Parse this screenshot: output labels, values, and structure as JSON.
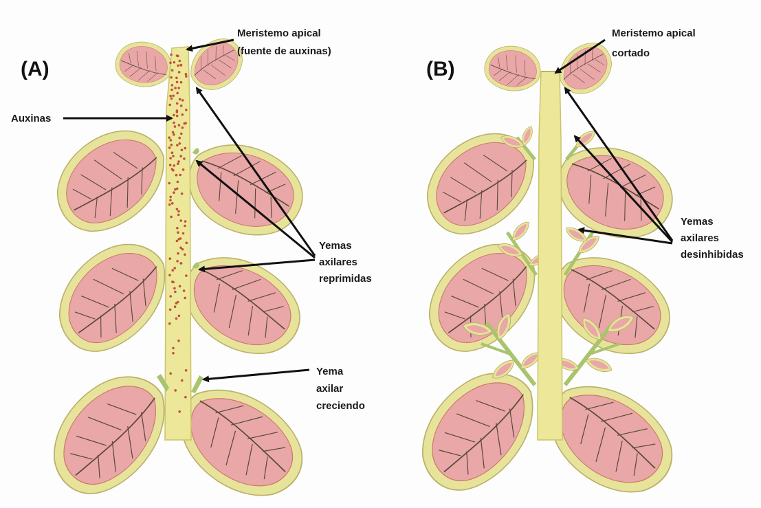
{
  "panel_a": {
    "label": "(A)",
    "meristem_line1": "Meristemo apical",
    "meristem_line2": "(fuente de auxinas)",
    "auxins": "Auxinas",
    "buds_line1": "Yemas",
    "buds_line2": "axilares",
    "buds_line3": "reprimidas",
    "growing_line1": "Yema",
    "growing_line2": "axilar",
    "growing_line3": "creciendo"
  },
  "panel_b": {
    "label": "(B)",
    "meristem_line1": "Meristemo apical",
    "meristem_line2": "cortado",
    "buds_line1": "Yemas",
    "buds_line2": "axilares",
    "buds_line3": "desinhibidas"
  },
  "colors": {
    "stem": "#ede79a",
    "stem_outline": "#c9c46a",
    "leaf_edge": "#e8e39a",
    "leaf_pink": "#e9a7a7",
    "vein": "#5a4a3a",
    "auxin_dot": "#c0523e",
    "bud_green": "#a9c46c"
  }
}
